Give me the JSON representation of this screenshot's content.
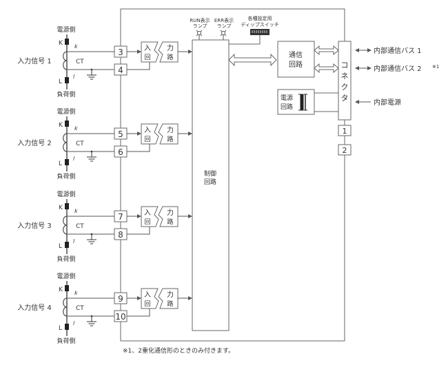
{
  "channels": [
    {
      "input_label": "入力信号 1",
      "terminal_a": "3",
      "terminal_b": "4"
    },
    {
      "input_label": "入力信号 2",
      "terminal_a": "5",
      "terminal_b": "6"
    },
    {
      "input_label": "入力信号 3",
      "terminal_a": "7",
      "terminal_b": "8"
    },
    {
      "input_label": "入力信号 4",
      "terminal_a": "9",
      "terminal_b": "10"
    }
  ],
  "labels": {
    "source_side": "電源側",
    "load_side": "負荷側",
    "k_terminal": "K",
    "l_terminal": "L",
    "k_lower": "k",
    "l_lower": "l",
    "ct": "CT",
    "input_circuit_1": "入",
    "input_circuit_2": "回",
    "input_circuit_3": "力",
    "input_circuit_4": "路"
  },
  "control_circuit": {
    "line1": "制御",
    "line2": "回路"
  },
  "run_lamp": {
    "line1": "RUN表示",
    "line2": "ランプ"
  },
  "err_lamp": {
    "line1": "ERR表示",
    "line2": "ランプ"
  },
  "dip_switch": {
    "line1": "各種設定用",
    "line2": "ディップスイッチ"
  },
  "comm_circuit": {
    "line1": "通信",
    "line2": "回路"
  },
  "power_circuit": {
    "line1": "電源",
    "line2": "回路"
  },
  "connector": {
    "chars": [
      "コ",
      "ネ",
      "ク",
      "タ"
    ]
  },
  "power_terminals": [
    "1",
    "2"
  ],
  "external": {
    "bus1": "内部通信バス 1",
    "bus2": "内部通信バス 2",
    "bus2_note": "※1",
    "power": "内部電源"
  },
  "footnote": "※1、2重化通信形のときのみ付きます。"
}
